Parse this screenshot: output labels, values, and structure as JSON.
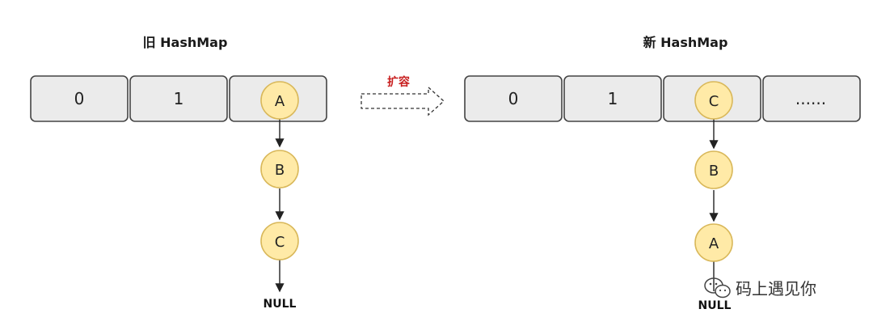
{
  "old_map": {
    "title": "旧 HashMap",
    "slots": [
      "0",
      "1",
      ""
    ],
    "chain": [
      "A",
      "B",
      "C"
    ],
    "terminal": "NULL"
  },
  "arrow": {
    "label": "扩容"
  },
  "new_map": {
    "title": "新 HashMap",
    "slots": [
      "0",
      "1",
      "",
      "......"
    ],
    "chain": [
      "C",
      "B",
      "A"
    ],
    "terminal": "NULL"
  },
  "watermark": {
    "text": "码上遇见你",
    "icon": "wechat-icon"
  },
  "colors": {
    "node_fill": "#ffeaa7",
    "node_stroke": "#d9b85a",
    "slot_fill": "#ebebeb",
    "label_red": "#c81e1e"
  }
}
